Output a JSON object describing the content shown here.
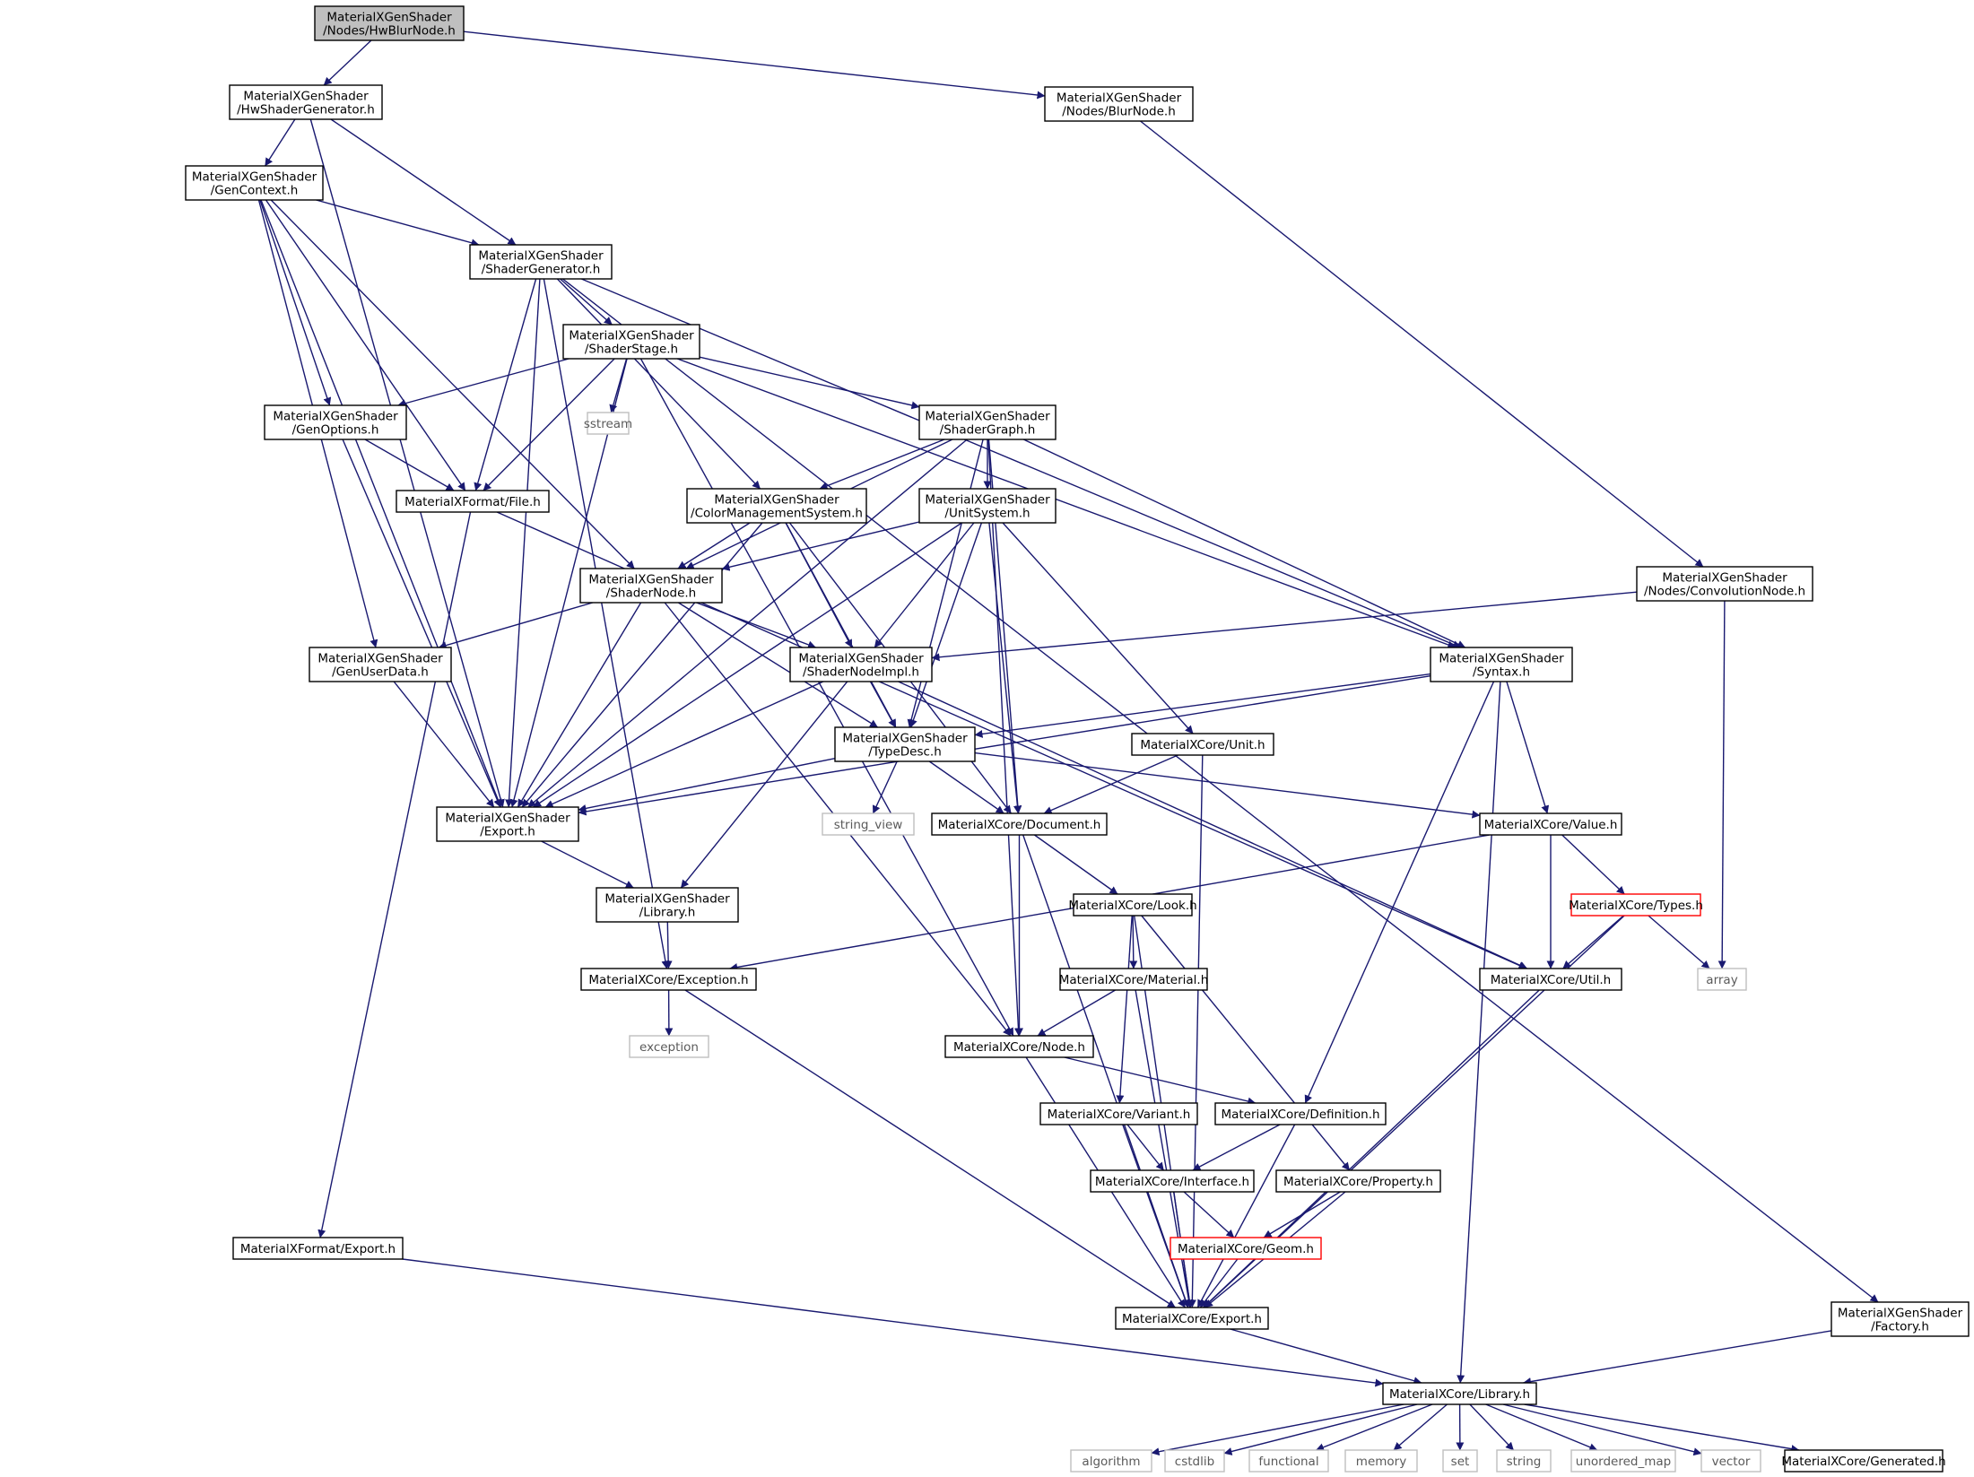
{
  "colors": {
    "edge": "#191970",
    "root_fill": "#bfbfbf",
    "node_border": "#000000",
    "system_border": "#bfbfbf",
    "truncated_border": "#ff0000",
    "background": "#ffffff"
  },
  "nodes": [
    {
      "id": "hwblur",
      "lines": [
        "MaterialXGenShader",
        "/Nodes/HwBlurNode.h"
      ],
      "kind": "root"
    },
    {
      "id": "hwsg",
      "lines": [
        "MaterialXGenShader",
        "/HwShaderGenerator.h"
      ],
      "kind": "normal"
    },
    {
      "id": "blur",
      "lines": [
        "MaterialXGenShader",
        "/Nodes/BlurNode.h"
      ],
      "kind": "normal"
    },
    {
      "id": "genctx",
      "lines": [
        "MaterialXGenShader",
        "/GenContext.h"
      ],
      "kind": "normal"
    },
    {
      "id": "sgen",
      "lines": [
        "MaterialXGenShader",
        "/ShaderGenerator.h"
      ],
      "kind": "normal"
    },
    {
      "id": "sstage",
      "lines": [
        "MaterialXGenShader",
        "/ShaderStage.h"
      ],
      "kind": "normal"
    },
    {
      "id": "genopt",
      "lines": [
        "MaterialXGenShader",
        "/GenOptions.h"
      ],
      "kind": "normal"
    },
    {
      "id": "sstream",
      "lines": [
        "sstream"
      ],
      "kind": "system"
    },
    {
      "id": "sgraph",
      "lines": [
        "MaterialXGenShader",
        "/ShaderGraph.h"
      ],
      "kind": "normal"
    },
    {
      "id": "file",
      "lines": [
        "MaterialXFormat/File.h"
      ],
      "kind": "normal"
    },
    {
      "id": "cms",
      "lines": [
        "MaterialXGenShader",
        "/ColorManagementSystem.h"
      ],
      "kind": "normal"
    },
    {
      "id": "unitsys",
      "lines": [
        "MaterialXGenShader",
        "/UnitSystem.h"
      ],
      "kind": "normal"
    },
    {
      "id": "snode",
      "lines": [
        "MaterialXGenShader",
        "/ShaderNode.h"
      ],
      "kind": "normal"
    },
    {
      "id": "conv",
      "lines": [
        "MaterialXGenShader",
        "/Nodes/ConvolutionNode.h"
      ],
      "kind": "normal"
    },
    {
      "id": "genud",
      "lines": [
        "MaterialXGenShader",
        "/GenUserData.h"
      ],
      "kind": "normal"
    },
    {
      "id": "snimpl",
      "lines": [
        "MaterialXGenShader",
        "/ShaderNodeImpl.h"
      ],
      "kind": "normal"
    },
    {
      "id": "syntax",
      "lines": [
        "MaterialXGenShader",
        "/Syntax.h"
      ],
      "kind": "normal"
    },
    {
      "id": "typedesc",
      "lines": [
        "MaterialXGenShader",
        "/TypeDesc.h"
      ],
      "kind": "normal"
    },
    {
      "id": "unit",
      "lines": [
        "MaterialXCore/Unit.h"
      ],
      "kind": "normal"
    },
    {
      "id": "gsexport",
      "lines": [
        "MaterialXGenShader",
        "/Export.h"
      ],
      "kind": "normal"
    },
    {
      "id": "strview",
      "lines": [
        "string_view"
      ],
      "kind": "system"
    },
    {
      "id": "document",
      "lines": [
        "MaterialXCore/Document.h"
      ],
      "kind": "normal"
    },
    {
      "id": "value",
      "lines": [
        "MaterialXCore/Value.h"
      ],
      "kind": "normal"
    },
    {
      "id": "gslib",
      "lines": [
        "MaterialXGenShader",
        "/Library.h"
      ],
      "kind": "normal"
    },
    {
      "id": "look",
      "lines": [
        "MaterialXCore/Look.h"
      ],
      "kind": "normal"
    },
    {
      "id": "types",
      "lines": [
        "MaterialXCore/Types.h"
      ],
      "kind": "truncated"
    },
    {
      "id": "exception",
      "lines": [
        "MaterialXCore/Exception.h"
      ],
      "kind": "normal"
    },
    {
      "id": "material",
      "lines": [
        "MaterialXCore/Material.h"
      ],
      "kind": "normal"
    },
    {
      "id": "util",
      "lines": [
        "MaterialXCore/Util.h"
      ],
      "kind": "normal"
    },
    {
      "id": "array",
      "lines": [
        "array"
      ],
      "kind": "system"
    },
    {
      "id": "exceptionstd",
      "lines": [
        "exception"
      ],
      "kind": "system"
    },
    {
      "id": "node",
      "lines": [
        "MaterialXCore/Node.h"
      ],
      "kind": "normal"
    },
    {
      "id": "variant",
      "lines": [
        "MaterialXCore/Variant.h"
      ],
      "kind": "normal"
    },
    {
      "id": "definition",
      "lines": [
        "MaterialXCore/Definition.h"
      ],
      "kind": "normal"
    },
    {
      "id": "interface",
      "lines": [
        "MaterialXCore/Interface.h"
      ],
      "kind": "normal"
    },
    {
      "id": "property",
      "lines": [
        "MaterialXCore/Property.h"
      ],
      "kind": "normal"
    },
    {
      "id": "geom",
      "lines": [
        "MaterialXCore/Geom.h"
      ],
      "kind": "truncated"
    },
    {
      "id": "fmtexport",
      "lines": [
        "MaterialXFormat/Export.h"
      ],
      "kind": "normal"
    },
    {
      "id": "coreexport",
      "lines": [
        "MaterialXCore/Export.h"
      ],
      "kind": "normal"
    },
    {
      "id": "factory",
      "lines": [
        "MaterialXGenShader",
        "/Factory.h"
      ],
      "kind": "normal"
    },
    {
      "id": "corelib",
      "lines": [
        "MaterialXCore/Library.h"
      ],
      "kind": "normal"
    },
    {
      "id": "algorithm",
      "lines": [
        "algorithm"
      ],
      "kind": "system"
    },
    {
      "id": "cstdlib",
      "lines": [
        "cstdlib"
      ],
      "kind": "system"
    },
    {
      "id": "functional",
      "lines": [
        "functional"
      ],
      "kind": "system"
    },
    {
      "id": "memory",
      "lines": [
        "memory"
      ],
      "kind": "system"
    },
    {
      "id": "set",
      "lines": [
        "set"
      ],
      "kind": "system"
    },
    {
      "id": "string",
      "lines": [
        "string"
      ],
      "kind": "system"
    },
    {
      "id": "unorderedmap",
      "lines": [
        "unordered_map"
      ],
      "kind": "system"
    },
    {
      "id": "vector",
      "lines": [
        "vector"
      ],
      "kind": "system"
    },
    {
      "id": "generated",
      "lines": [
        "MaterialXCore/Generated.h"
      ],
      "kind": "normal"
    }
  ],
  "edges": [
    [
      "hwblur",
      "hwsg"
    ],
    [
      "hwblur",
      "blur"
    ],
    [
      "hwsg",
      "genctx"
    ],
    [
      "hwsg",
      "sgen"
    ],
    [
      "hwsg",
      "gsexport"
    ],
    [
      "blur",
      "conv"
    ],
    [
      "genctx",
      "sgen"
    ],
    [
      "genctx",
      "genopt"
    ],
    [
      "genctx",
      "file"
    ],
    [
      "genctx",
      "snode"
    ],
    [
      "genctx",
      "genud"
    ],
    [
      "genctx",
      "gsexport"
    ],
    [
      "sgen",
      "sstage"
    ],
    [
      "sgen",
      "cms"
    ],
    [
      "sgen",
      "file"
    ],
    [
      "sgen",
      "syntax"
    ],
    [
      "sgen",
      "gsexport"
    ],
    [
      "sgen",
      "exception"
    ],
    [
      "sgen",
      "factory"
    ],
    [
      "sstage",
      "genopt"
    ],
    [
      "sstage",
      "sstream"
    ],
    [
      "sstage",
      "sgraph"
    ],
    [
      "sstage",
      "file"
    ],
    [
      "sstage",
      "syntax"
    ],
    [
      "sstage",
      "node"
    ],
    [
      "sstage",
      "gsexport"
    ],
    [
      "genopt",
      "file"
    ],
    [
      "genopt",
      "gsexport"
    ],
    [
      "file",
      "fmtexport"
    ],
    [
      "file",
      "util"
    ],
    [
      "sgraph",
      "cms"
    ],
    [
      "sgraph",
      "unitsys"
    ],
    [
      "sgraph",
      "snode"
    ],
    [
      "sgraph",
      "syntax"
    ],
    [
      "sgraph",
      "typedesc"
    ],
    [
      "sgraph",
      "document"
    ],
    [
      "sgraph",
      "node"
    ],
    [
      "sgraph",
      "gsexport"
    ],
    [
      "cms",
      "snode"
    ],
    [
      "cms",
      "snimpl"
    ],
    [
      "cms",
      "typedesc"
    ],
    [
      "cms",
      "document"
    ],
    [
      "cms",
      "gsexport"
    ],
    [
      "unitsys",
      "snode"
    ],
    [
      "unitsys",
      "snimpl"
    ],
    [
      "unitsys",
      "typedesc"
    ],
    [
      "unitsys",
      "unit"
    ],
    [
      "unitsys",
      "document"
    ],
    [
      "unitsys",
      "gsexport"
    ],
    [
      "snode",
      "genud"
    ],
    [
      "snode",
      "snimpl"
    ],
    [
      "snode",
      "typedesc"
    ],
    [
      "snode",
      "node"
    ],
    [
      "snode",
      "gsexport"
    ],
    [
      "conv",
      "snimpl"
    ],
    [
      "conv",
      "array"
    ],
    [
      "genud",
      "gsexport"
    ],
    [
      "snimpl",
      "typedesc"
    ],
    [
      "snimpl",
      "gsexport"
    ],
    [
      "snimpl",
      "gslib"
    ],
    [
      "snimpl",
      "util"
    ],
    [
      "syntax",
      "typedesc"
    ],
    [
      "syntax",
      "value"
    ],
    [
      "syntax",
      "definition"
    ],
    [
      "syntax",
      "gsexport"
    ],
    [
      "syntax",
      "corelib"
    ],
    [
      "typedesc",
      "gsexport"
    ],
    [
      "typedesc",
      "strview"
    ],
    [
      "typedesc",
      "document"
    ],
    [
      "typedesc",
      "value"
    ],
    [
      "unit",
      "document"
    ],
    [
      "unit",
      "coreexport"
    ],
    [
      "gsexport",
      "gslib"
    ],
    [
      "document",
      "look"
    ],
    [
      "document",
      "node"
    ],
    [
      "document",
      "coreexport"
    ],
    [
      "value",
      "types"
    ],
    [
      "value",
      "util"
    ],
    [
      "value",
      "exception"
    ],
    [
      "gslib",
      "exception"
    ],
    [
      "look",
      "material"
    ],
    [
      "look",
      "variant"
    ],
    [
      "look",
      "property"
    ],
    [
      "look",
      "coreexport"
    ],
    [
      "types",
      "util"
    ],
    [
      "types",
      "array"
    ],
    [
      "types",
      "coreexport"
    ],
    [
      "exception",
      "exceptionstd"
    ],
    [
      "exception",
      "coreexport"
    ],
    [
      "material",
      "node"
    ],
    [
      "material",
      "coreexport"
    ],
    [
      "util",
      "coreexport"
    ],
    [
      "node",
      "definition"
    ],
    [
      "node",
      "coreexport"
    ],
    [
      "variant",
      "interface"
    ],
    [
      "variant",
      "coreexport"
    ],
    [
      "definition",
      "interface"
    ],
    [
      "definition",
      "coreexport"
    ],
    [
      "interface",
      "geom"
    ],
    [
      "interface",
      "coreexport"
    ],
    [
      "property",
      "geom"
    ],
    [
      "property",
      "coreexport"
    ],
    [
      "geom",
      "coreexport"
    ],
    [
      "fmtexport",
      "corelib"
    ],
    [
      "coreexport",
      "corelib"
    ],
    [
      "factory",
      "corelib"
    ],
    [
      "corelib",
      "algorithm"
    ],
    [
      "corelib",
      "cstdlib"
    ],
    [
      "corelib",
      "functional"
    ],
    [
      "corelib",
      "memory"
    ],
    [
      "corelib",
      "set"
    ],
    [
      "corelib",
      "string"
    ],
    [
      "corelib",
      "unorderedmap"
    ],
    [
      "corelib",
      "vector"
    ],
    [
      "corelib",
      "generated"
    ]
  ]
}
